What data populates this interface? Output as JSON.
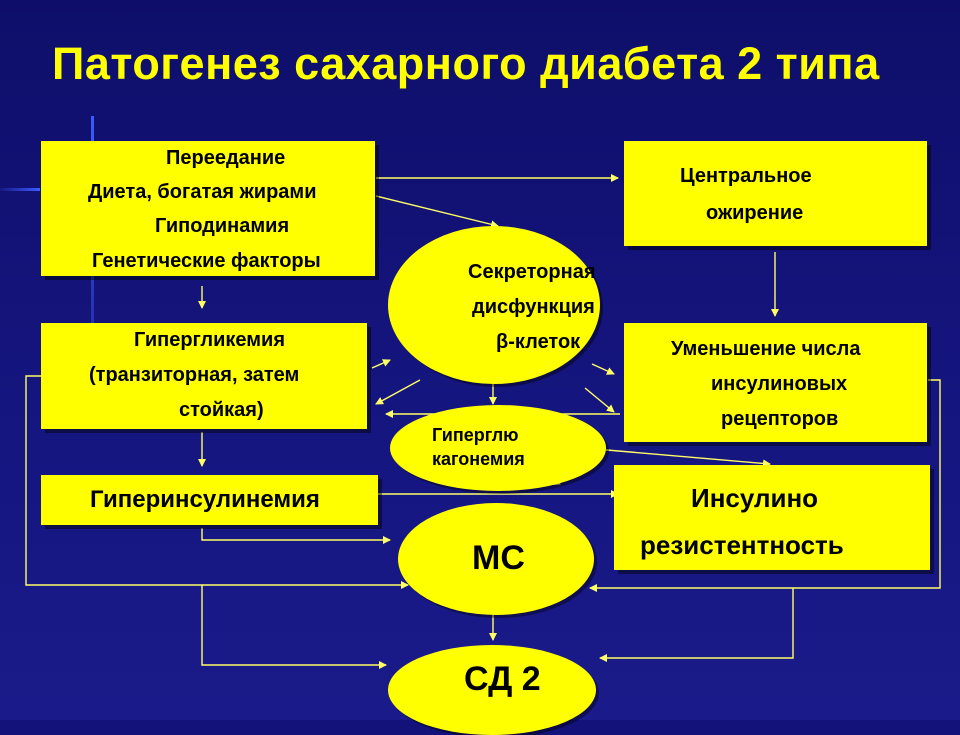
{
  "title": "Патогенез сахарного диабета 2 типа",
  "causes": {
    "lines": [
      "Переедание",
      "Диета, богатая жирами",
      "Гиподинамия",
      "Генетические факторы"
    ]
  },
  "hyperglycemia": {
    "lines": [
      "Гипергликемия",
      "(транзиторная, затем",
      "стойкая)"
    ]
  },
  "hyperinsulinemia": {
    "label": "Гиперинсулинемия"
  },
  "secretory": {
    "lines": [
      "Секреторная",
      "дисфункция",
      "β-клеток"
    ]
  },
  "hyperglucagonemia": {
    "lines": [
      "Гиперглю",
      "кагонемия"
    ]
  },
  "ms": {
    "label": "МС"
  },
  "sd2": {
    "label": "СД 2"
  },
  "obesity": {
    "lines": [
      "Центральное",
      "ожирение"
    ]
  },
  "receptors": {
    "lines": [
      "Уменьшение числа",
      "инсулиновых",
      "рецепторов"
    ]
  },
  "resistance": {
    "lines": [
      "Инсулино",
      "резистентность"
    ]
  },
  "colors": {
    "background": "#12127a",
    "title": "#ffff00",
    "shape_fill": "#ffff00",
    "text": "#000000",
    "connector": "#ffff66"
  }
}
